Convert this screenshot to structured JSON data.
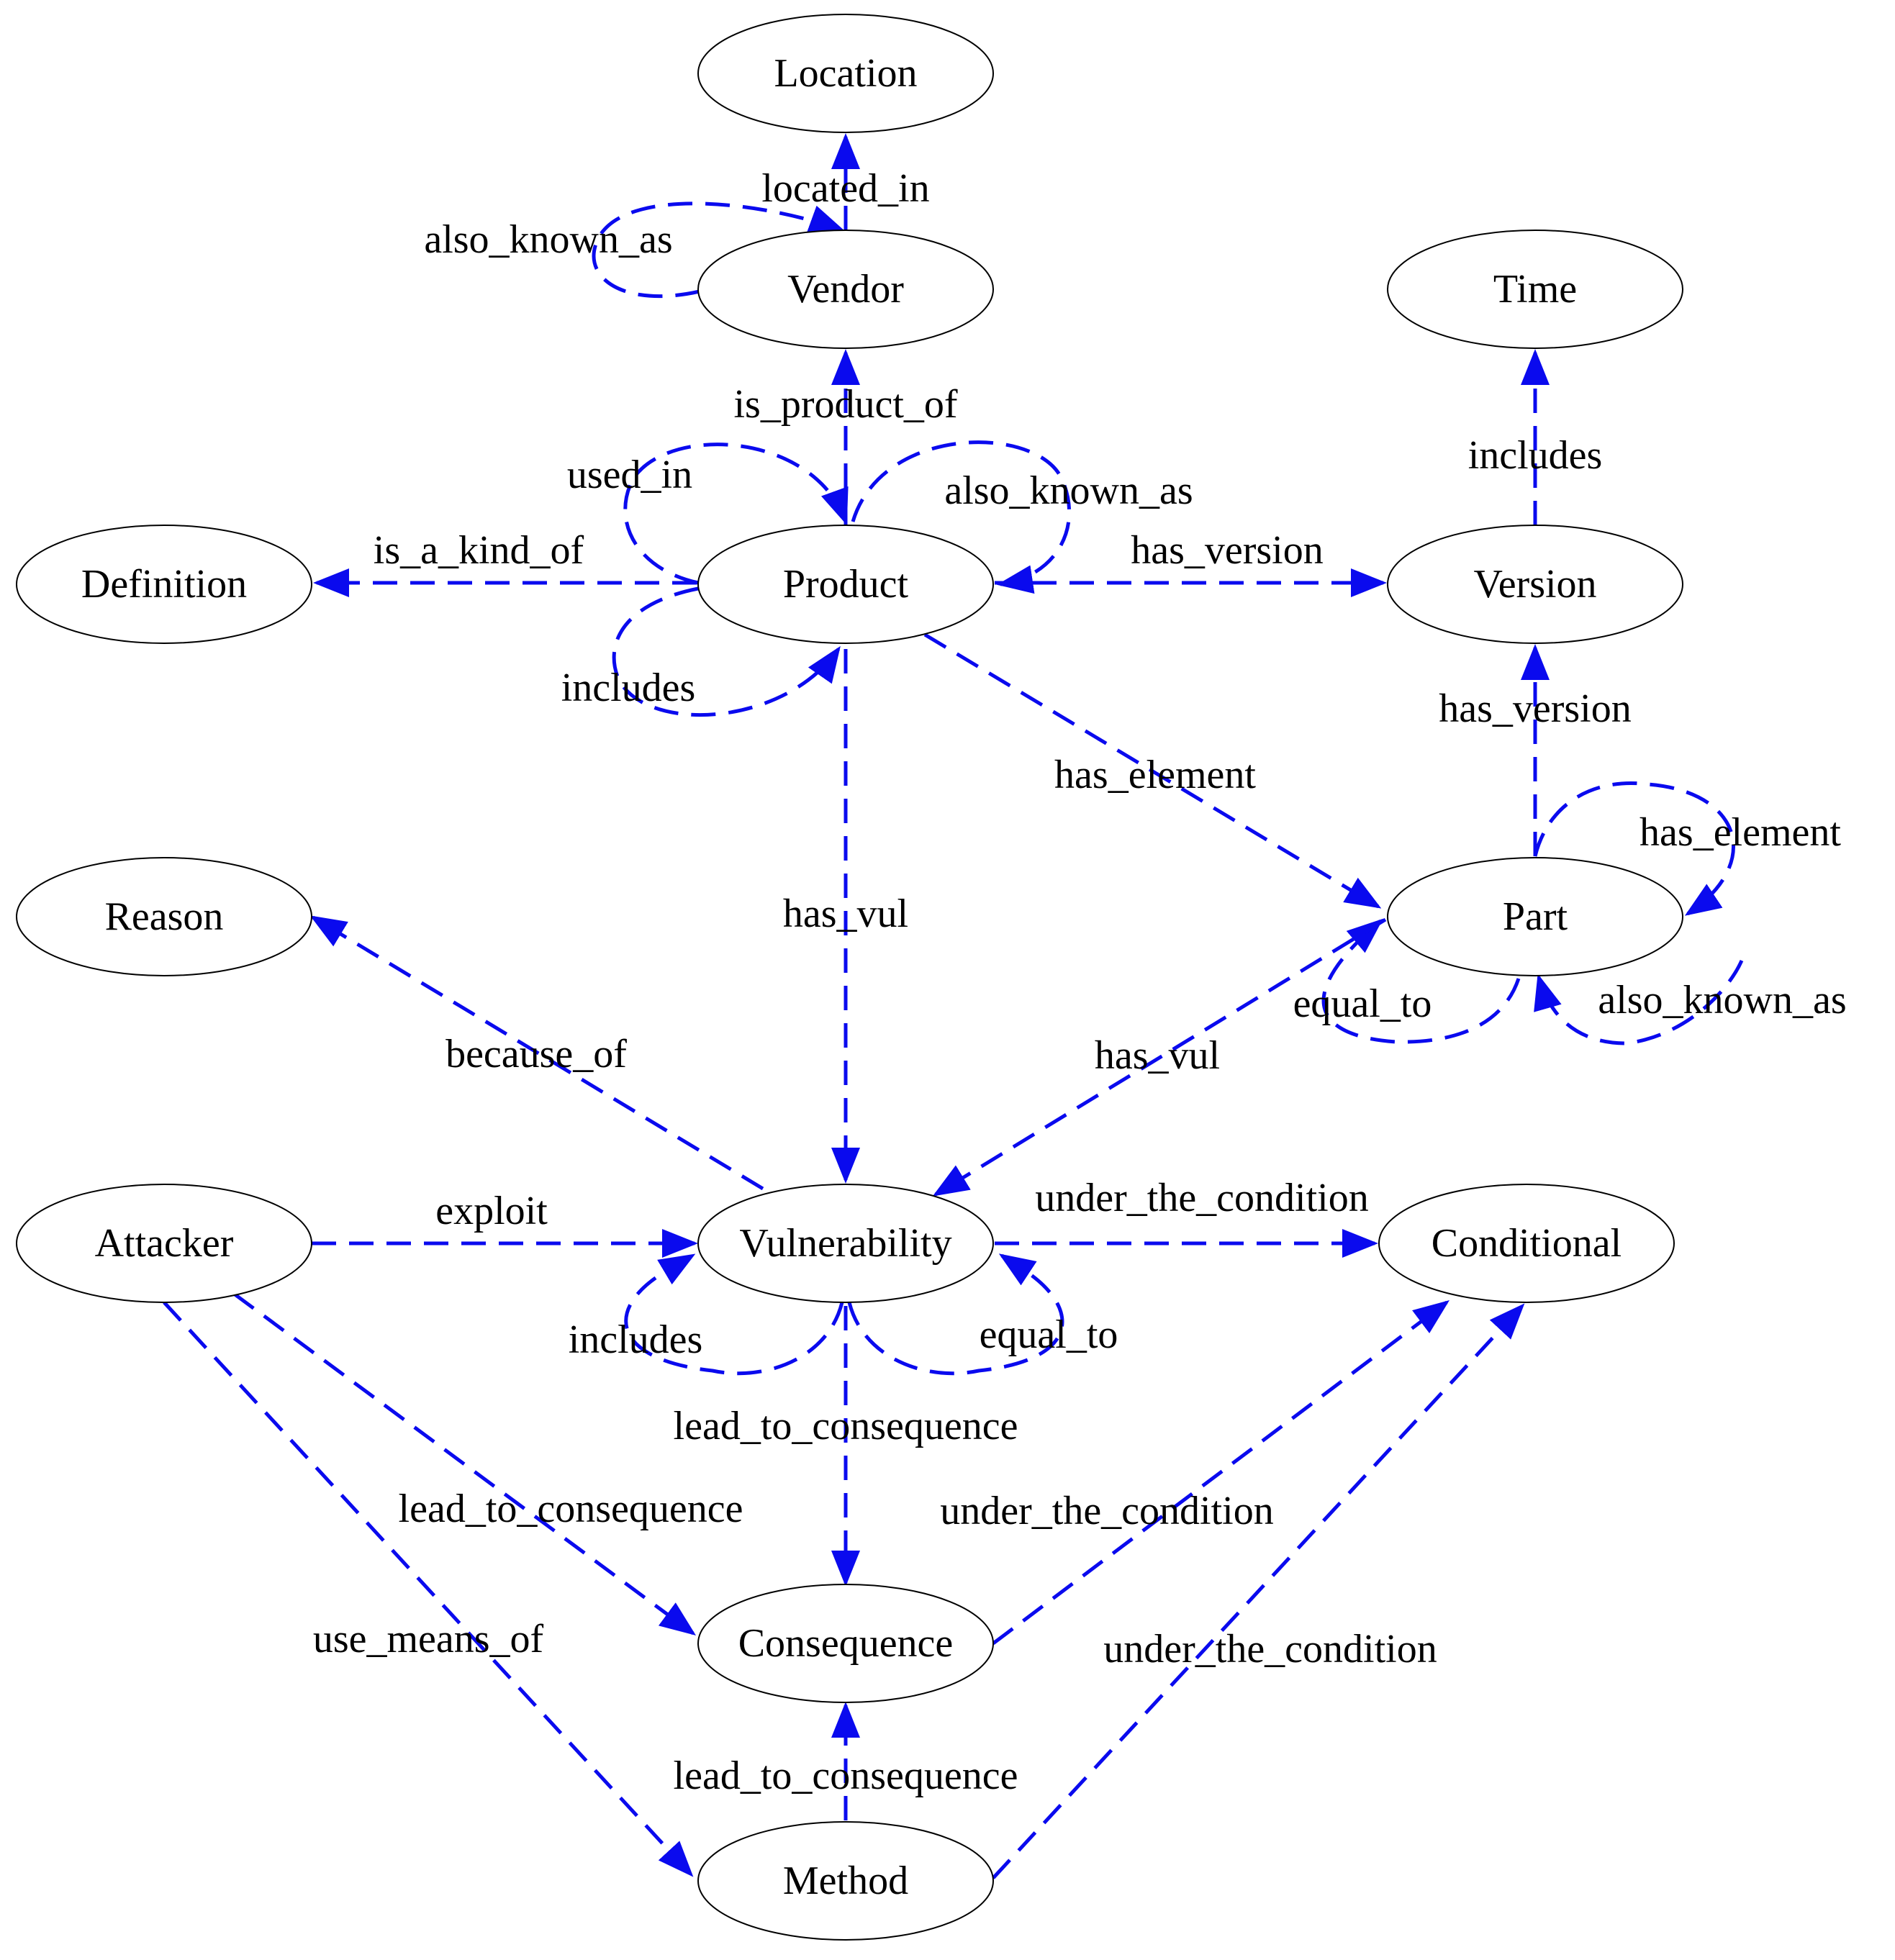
{
  "colors": {
    "edge": "#0a0aee",
    "node_stroke": "#000000",
    "background": "#ffffff"
  },
  "nodes": [
    {
      "id": "location",
      "label": "Location"
    },
    {
      "id": "vendor",
      "label": "Vendor"
    },
    {
      "id": "time",
      "label": "Time"
    },
    {
      "id": "definition",
      "label": "Definition"
    },
    {
      "id": "product",
      "label": "Product"
    },
    {
      "id": "version",
      "label": "Version"
    },
    {
      "id": "reason",
      "label": "Reason"
    },
    {
      "id": "part",
      "label": "Part"
    },
    {
      "id": "attacker",
      "label": "Attacker"
    },
    {
      "id": "vulnerability",
      "label": "Vulnerability"
    },
    {
      "id": "conditional",
      "label": "Conditional"
    },
    {
      "id": "consequence",
      "label": "Consequence"
    },
    {
      "id": "method",
      "label": "Method"
    }
  ],
  "edges": [
    {
      "id": "vendor-location",
      "from": "vendor",
      "to": "location",
      "label": "located_in"
    },
    {
      "id": "vendor-self",
      "from": "vendor",
      "to": "vendor",
      "label": "also_known_as"
    },
    {
      "id": "product-vendor",
      "from": "product",
      "to": "vendor",
      "label": "is_product_of"
    },
    {
      "id": "product-usedin",
      "from": "product",
      "to": "product",
      "label": "used_in"
    },
    {
      "id": "product-aka",
      "from": "product",
      "to": "product",
      "label": "also_known_as"
    },
    {
      "id": "product-definition",
      "from": "product",
      "to": "definition",
      "label": "is_a_kind_of"
    },
    {
      "id": "product-version",
      "from": "product",
      "to": "version",
      "label": "has_version"
    },
    {
      "id": "product-includes",
      "from": "product",
      "to": "product",
      "label": "includes"
    },
    {
      "id": "version-time",
      "from": "version",
      "to": "time",
      "label": "includes"
    },
    {
      "id": "part-version",
      "from": "part",
      "to": "version",
      "label": "has_version"
    },
    {
      "id": "product-part",
      "from": "product",
      "to": "part",
      "label": "has_element"
    },
    {
      "id": "part-haselement",
      "from": "part",
      "to": "part",
      "label": "has_element"
    },
    {
      "id": "part-aka",
      "from": "part",
      "to": "part",
      "label": "also_known_as"
    },
    {
      "id": "part-equalto",
      "from": "part",
      "to": "part",
      "label": "equal_to"
    },
    {
      "id": "product-vulnerability",
      "from": "product",
      "to": "vulnerability",
      "label": "has_vul"
    },
    {
      "id": "vulnerability-reason",
      "from": "vulnerability",
      "to": "reason",
      "label": "because_of"
    },
    {
      "id": "part-vulnerability",
      "from": "part",
      "to": "vulnerability",
      "label": "has_vul"
    },
    {
      "id": "attacker-vulnerability",
      "from": "attacker",
      "to": "vulnerability",
      "label": "exploit"
    },
    {
      "id": "vulnerability-conditional",
      "from": "vulnerability",
      "to": "conditional",
      "label": "under_the_condition"
    },
    {
      "id": "vulnerability-includes",
      "from": "vulnerability",
      "to": "vulnerability",
      "label": "includes"
    },
    {
      "id": "vulnerability-equalto",
      "from": "vulnerability",
      "to": "vulnerability",
      "label": "equal_to"
    },
    {
      "id": "vulnerability-consequence",
      "from": "vulnerability",
      "to": "consequence",
      "label": "lead_to_consequence"
    },
    {
      "id": "attacker-consequence",
      "from": "attacker",
      "to": "consequence",
      "label": "lead_to_consequence"
    },
    {
      "id": "consequence-conditional",
      "from": "consequence",
      "to": "conditional",
      "label": "under_the_condition"
    },
    {
      "id": "attacker-method",
      "from": "attacker",
      "to": "method",
      "label": "use_means_of"
    },
    {
      "id": "method-conditional",
      "from": "method",
      "to": "conditional",
      "label": "under_the_condition"
    },
    {
      "id": "method-consequence",
      "from": "method",
      "to": "consequence",
      "label": "lead_to_consequence"
    }
  ]
}
